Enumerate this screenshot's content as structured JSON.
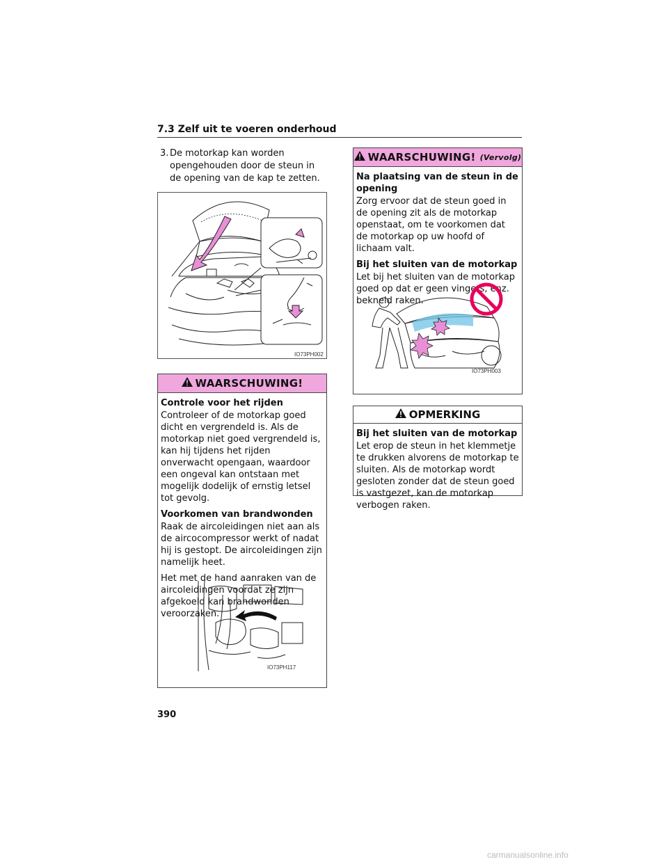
{
  "section_header": "7.3  Zelf uit te voeren onderhoud",
  "step": {
    "number": "3.",
    "text": "De motorkap kan worden opengehouden door de steun in de opening van de kap te zetten."
  },
  "figures": {
    "fig1_code": "IO73PH002",
    "fig2_code": "IO73PH117",
    "fig3_code": "IO73PH003"
  },
  "warning1": {
    "title": "WAARSCHUWING!",
    "heading1": "Controle voor het rijden",
    "para1": "Controleer of de motorkap goed dicht en vergrendeld is. Als de motorkap niet goed vergrendeld is, kan hij tijdens het rijden onverwacht opengaan, waardoor een ongeval kan ontstaan met mogelijk dodelijk of ernstig letsel tot gevolg.",
    "heading2": "Voorkomen van brandwonden",
    "para2": "Raak de aircoleidingen niet aan als de aircocompressor werkt of nadat hij is gestopt. De aircoleidingen zijn namelijk heet.",
    "para3": "Het met de hand aanraken van de aircoleidingen voordat ze zijn afgekoeld kan brandwonden veroorzaken."
  },
  "warning2": {
    "title": "WAARSCHUWING!",
    "continued": "(Vervolg)",
    "heading1": "Na plaatsing van de steun in de opening",
    "para1": "Zorg ervoor dat de steun goed in de opening zit als de motorkap openstaat, om te voorkomen dat de motorkap op uw hoofd of lichaam valt.",
    "heading2": "Bij het sluiten van de motorkap",
    "para2": "Let bij het sluiten van de motorkap goed op dat er geen vingers, enz. bekneld raken."
  },
  "note": {
    "title": "OPMERKING",
    "heading": "Bij het sluiten van de motorkap",
    "para": "Let erop de steun in het klemmetje te drukken alvorens de motorkap te sluiten. Als de motorkap wordt gesloten zonder dat de steun goed is vastgezet, kan de motorkap verbogen raken."
  },
  "page_number": "390",
  "footer_url": "carmanualsonline.info",
  "colors": {
    "warning_header": "#efa7dd",
    "arrow_pink": "#e88fd6",
    "prohibition_red": "#e8005a"
  }
}
